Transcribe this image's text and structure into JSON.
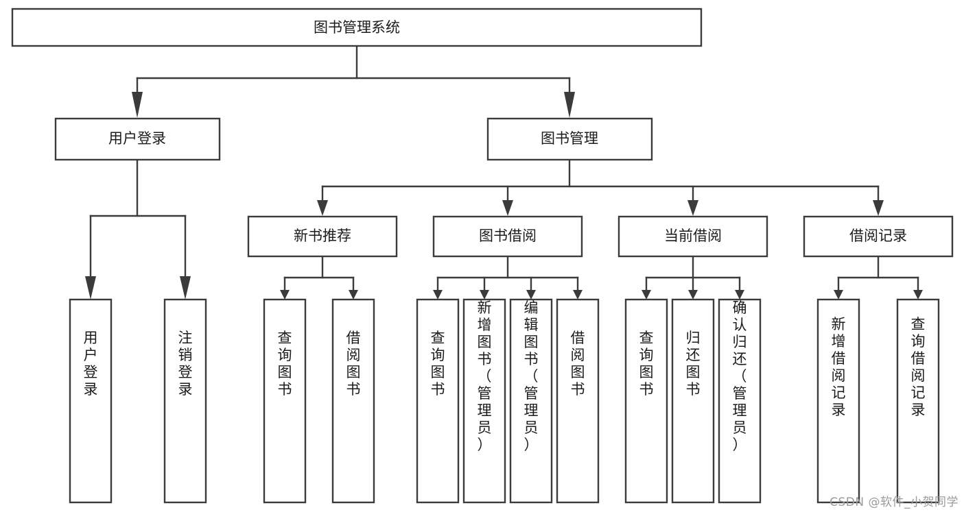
{
  "diagram": {
    "title": "图书管理系统",
    "watermark": "CSDN @软件_小贺同学",
    "levels": {
      "root": {
        "label": "图书管理系统"
      },
      "level1": [
        {
          "label": "用户登录"
        },
        {
          "label": "图书管理"
        }
      ],
      "level2": [
        {
          "label": "新书推荐"
        },
        {
          "label": "图书借阅"
        },
        {
          "label": "当前借阅"
        },
        {
          "label": "借阅记录"
        }
      ],
      "leaves": [
        {
          "label": "用户登录",
          "parent": "用户登录"
        },
        {
          "label": "注销登录",
          "parent": "用户登录"
        },
        {
          "label": "查询图书",
          "parent": "新书推荐"
        },
        {
          "label": "借阅图书",
          "parent": "新书推荐"
        },
        {
          "label": "查询图书",
          "parent": "图书借阅"
        },
        {
          "label": "新增图书（管理员）",
          "parent": "图书借阅"
        },
        {
          "label": "编辑图书（管理员）",
          "parent": "图书借阅"
        },
        {
          "label": "借阅图书",
          "parent": "图书借阅"
        },
        {
          "label": "查询图书",
          "parent": "当前借阅"
        },
        {
          "label": "归还图书",
          "parent": "当前借阅"
        },
        {
          "label": "确认归还（管理员）",
          "parent": "当前借阅"
        },
        {
          "label": "新增借阅记录",
          "parent": "借阅记录"
        },
        {
          "label": "查询借阅记录",
          "parent": "借阅记录"
        }
      ]
    },
    "colors": {
      "stroke": "#3b3b3b",
      "fill": "#ffffff",
      "text": "#1b1b1b",
      "watermark": "#9a9a9a"
    }
  }
}
